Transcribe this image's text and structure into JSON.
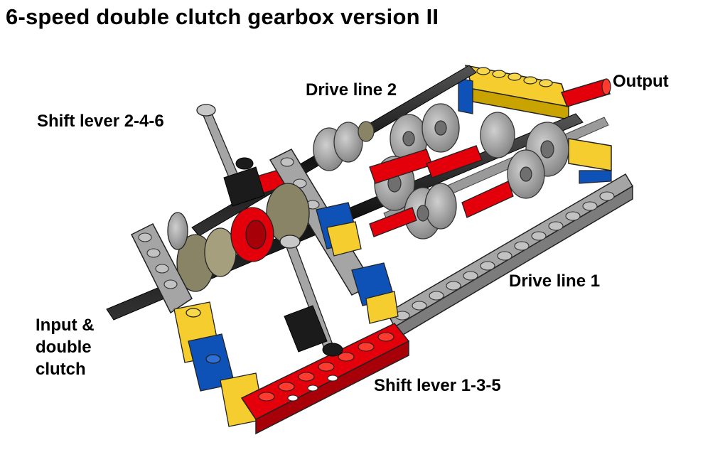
{
  "title": "6-speed double clutch gearbox version II",
  "labels": {
    "drive_line_2": "Drive line 2",
    "output": "Output",
    "shift_lever_246": "Shift lever 2-4-6",
    "drive_line_1": "Drive line 1",
    "input_line1": "Input &",
    "input_line2": "double",
    "input_line3": "clutch",
    "shift_lever_135": "Shift lever 1-3-5"
  },
  "colors": {
    "beam_red": "#e3000b",
    "beam_gray": "#a5a5a5",
    "brick_yellow": "#f5cd2f",
    "brick_blue": "#0e52b8",
    "axle_black": "#1b1b1b",
    "gear_gray": "#9d9d9d",
    "clutch_tan": "#8a8467"
  }
}
